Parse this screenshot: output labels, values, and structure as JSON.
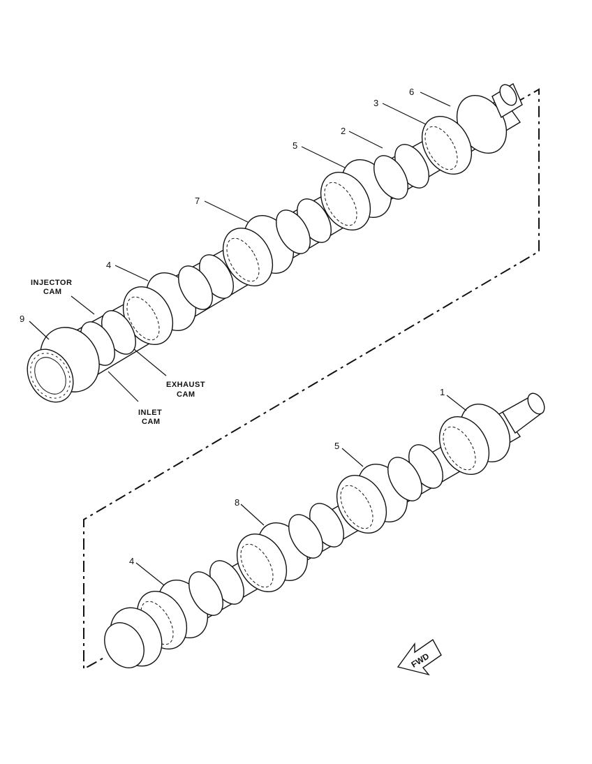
{
  "upper_camshaft": {
    "callouts": [
      "6",
      "3",
      "2",
      "5",
      "7",
      "4",
      "9"
    ],
    "labels": {
      "injector_cam": [
        "INJECTOR",
        "CAM"
      ],
      "exhaust_cam": [
        "EXHAUST",
        "CAM"
      ],
      "inlet_cam": [
        "INLET",
        "CAM"
      ]
    }
  },
  "lower_camshaft": {
    "callouts": [
      "1",
      "5",
      "8",
      "4"
    ]
  },
  "direction_arrow": {
    "label": "FWD"
  }
}
